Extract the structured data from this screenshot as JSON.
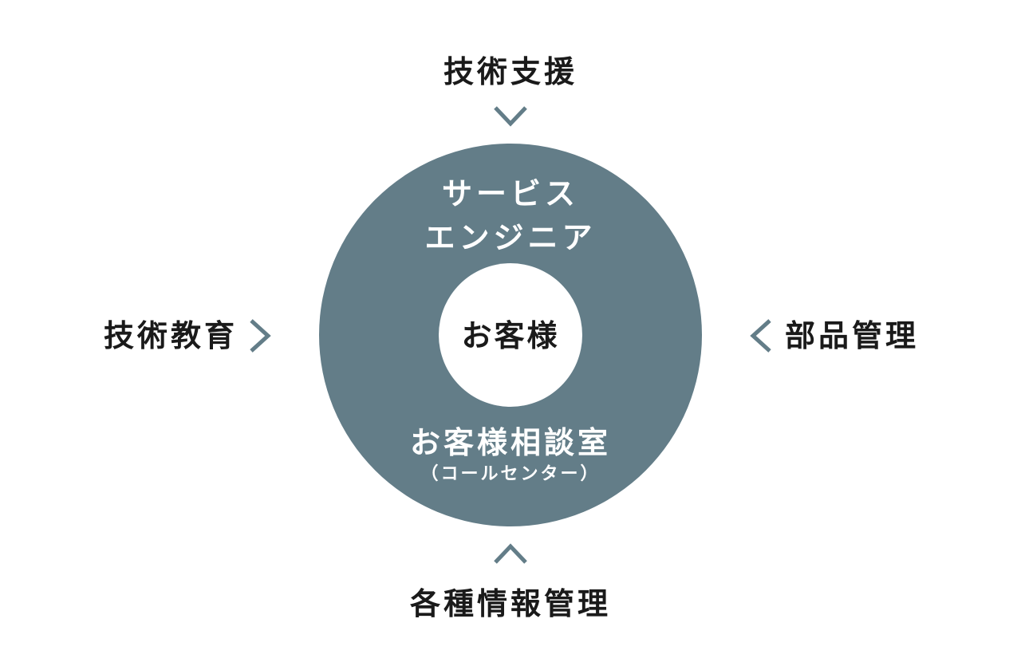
{
  "diagram": {
    "top_label": "技術支援",
    "bottom_label": "各種情報管理",
    "left_label": "技術教育",
    "right_label": "部品管理",
    "ring": {
      "top_line_1": "サービス",
      "top_line_2": "エンジニア",
      "bottom_line_1": "お客様相談室",
      "bottom_line_2": "（コールセンター）"
    },
    "core": "お客様"
  },
  "colors": {
    "ring": "#637d88",
    "chevron": "#637d88",
    "text": "#1a1a1a",
    "core": "#ffffff"
  },
  "icons": {
    "top": "chevron-down-icon",
    "bottom": "chevron-up-icon",
    "left": "chevron-right-icon",
    "right": "chevron-left-icon"
  }
}
